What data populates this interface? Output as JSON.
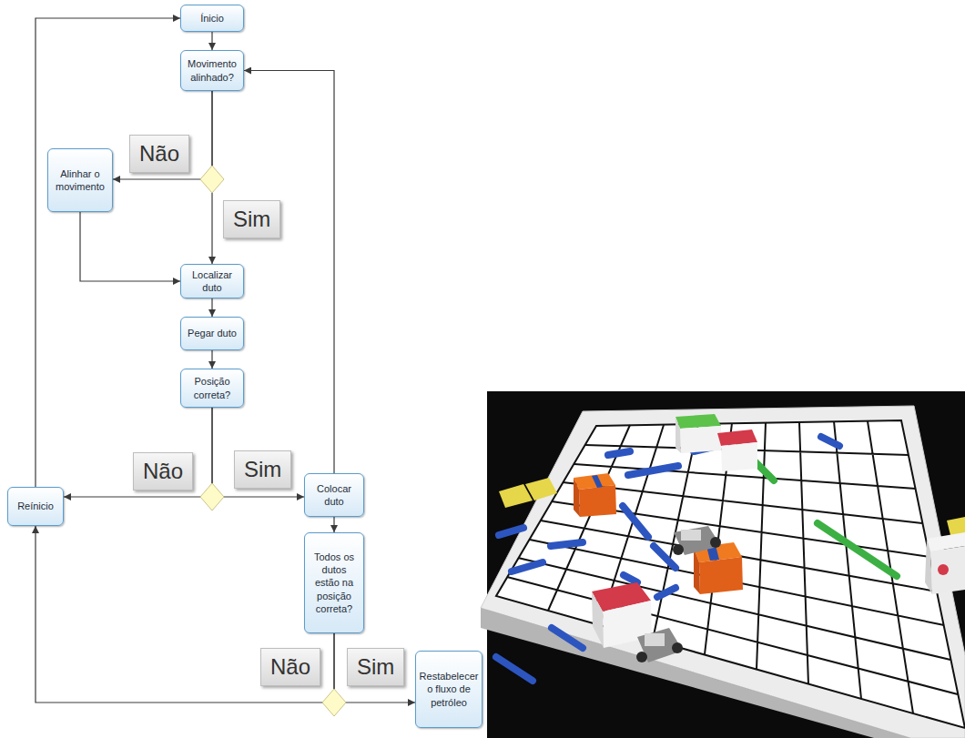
{
  "diagram": {
    "nodes": [
      {
        "text": [
          "Ínicio"
        ]
      },
      {
        "text": [
          "Movimento alinhado?"
        ]
      },
      {
        "text": [
          "Alinhar o movimento"
        ]
      },
      {
        "text": [
          "Localizar duto"
        ]
      },
      {
        "text": [
          "Pegar duto"
        ]
      },
      {
        "text": [
          "Posição correta?"
        ]
      },
      {
        "text": [
          "Reínicio"
        ]
      },
      {
        "text": [
          "Colocar duto"
        ]
      },
      {
        "text": [
          "Todos os dutos estão na posição correta?"
        ]
      },
      {
        "text": [
          "Restabelecer o fluxo de petróleo"
        ]
      }
    ],
    "edges": [
      {
        "from": 0,
        "to": 1,
        "arrow": "to"
      },
      {
        "from": 1,
        "to": 2,
        "label": "Não",
        "arrow": "to"
      },
      {
        "from": 1,
        "to": 3,
        "label": "Sim",
        "arrow": "to"
      },
      {
        "from": 2,
        "to": 3,
        "arrow": "to"
      },
      {
        "from": 3,
        "to": 4,
        "arrow": "to"
      },
      {
        "from": 4,
        "to": 5,
        "arrow": "to"
      },
      {
        "from": 5,
        "to": 6,
        "label": "Não",
        "arrow": "to"
      },
      {
        "from": 5,
        "to": 7,
        "label": "Sim",
        "arrow": "to"
      },
      {
        "from": 7,
        "to": 1,
        "arrow": "to"
      },
      {
        "from": 7,
        "to": 8,
        "arrow": "to"
      },
      {
        "from": 8,
        "to": 6,
        "label": "Não",
        "arrow": "to"
      },
      {
        "from": 8,
        "to": 9,
        "label": "Sim",
        "arrow": "to"
      },
      {
        "from": 6,
        "to": 0,
        "arrow": "to"
      }
    ]
  }
}
